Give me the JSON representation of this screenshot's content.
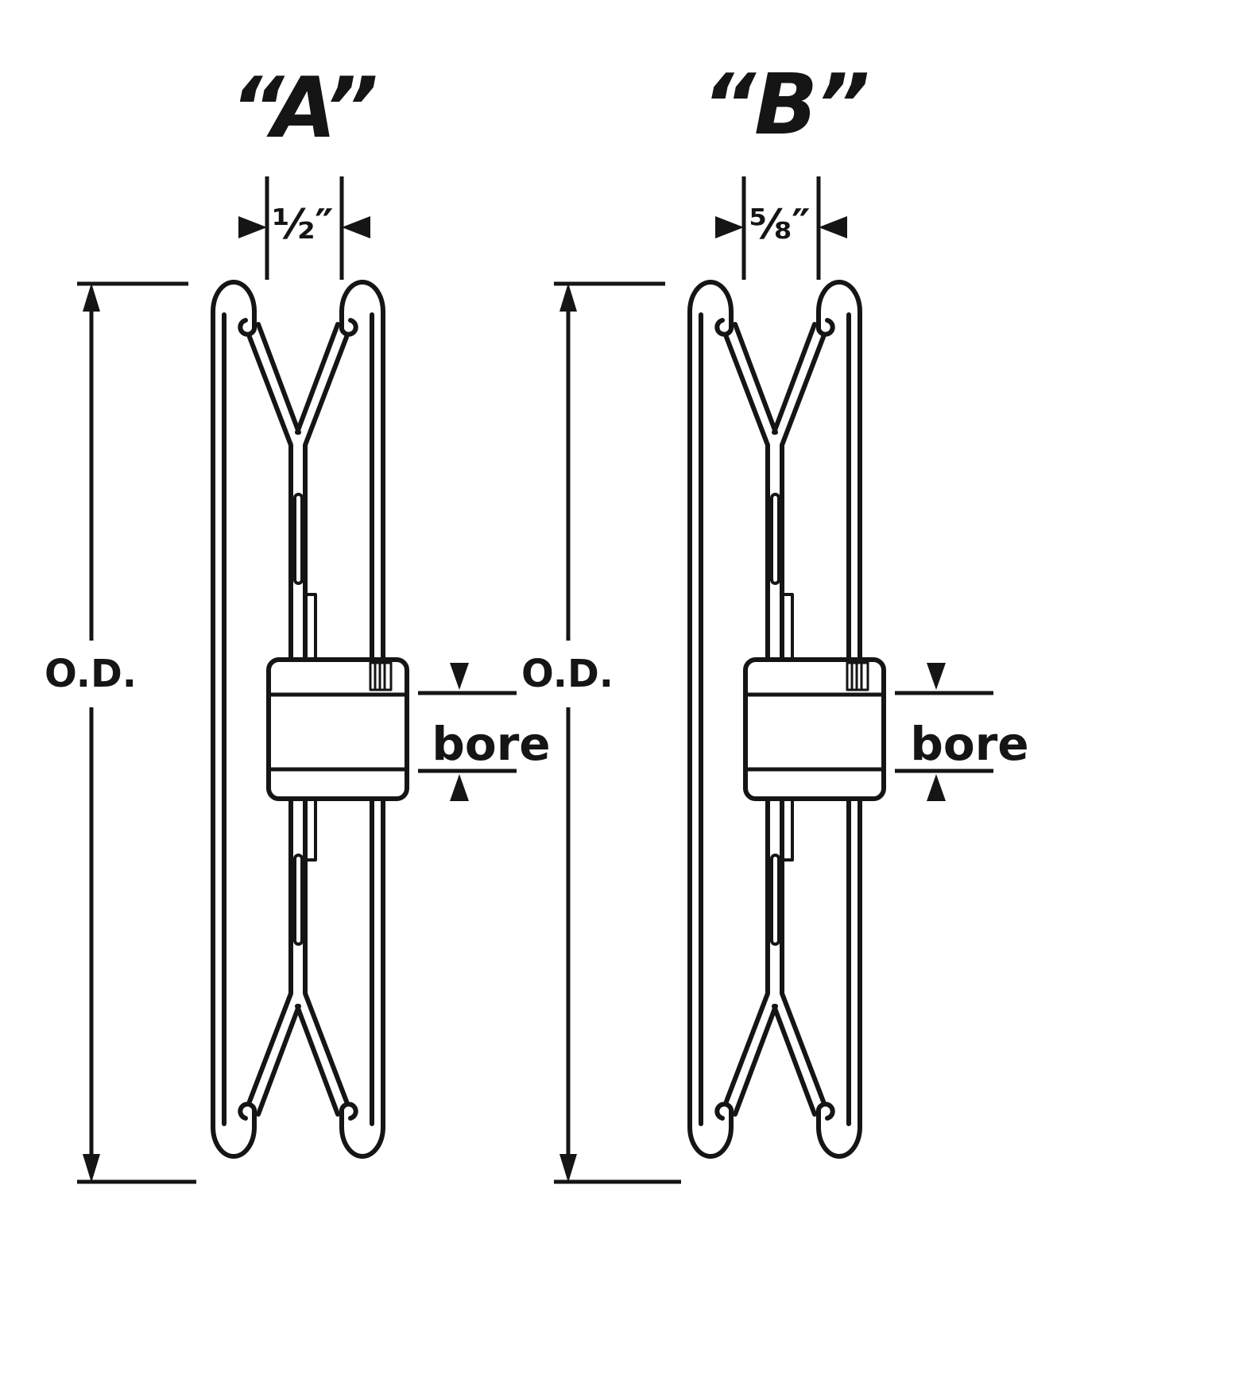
{
  "canvas": {
    "background": "#ffffff",
    "ink": "#151515"
  },
  "pulleys": [
    {
      "title": "“A”",
      "width_label": "½″",
      "od_label": "O.D.",
      "bore_label": "bore"
    },
    {
      "title": "“B”",
      "width_label": "⅝″",
      "od_label": "O.D.",
      "bore_label": "bore"
    }
  ]
}
